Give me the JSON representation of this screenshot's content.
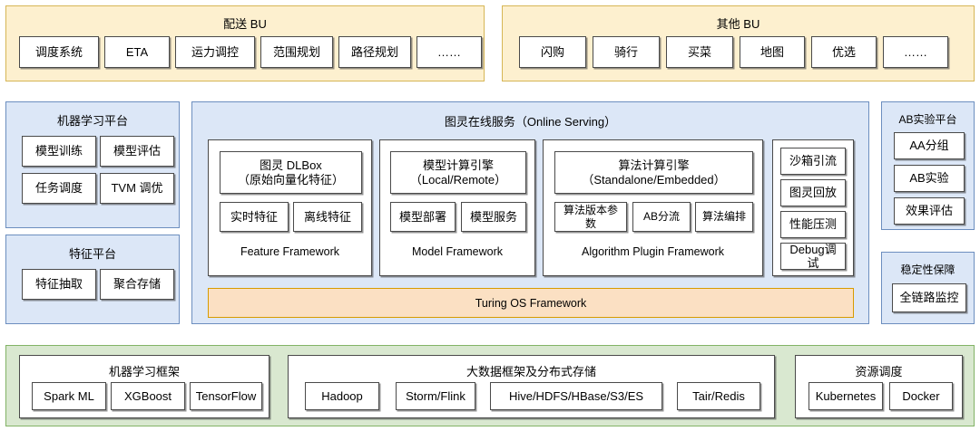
{
  "diagram": {
    "title_colors": {
      "yellow_fill": "#fdf0cf",
      "yellow_border": "#d6b656",
      "blue_fill": "#dce7f7",
      "blue_border": "#6c8ebf",
      "green_fill": "#d9e8d0",
      "green_border": "#82b366",
      "orange_fill": "#fbe0c3",
      "orange_border": "#d79b00",
      "node_border": "#4a4a4a"
    }
  },
  "top_row": {
    "delivery_bu": {
      "title": "配送 BU",
      "items": [
        "调度系统",
        "ETA",
        "运力调控",
        "范围规划",
        "路径规划",
        "……"
      ]
    },
    "other_bu": {
      "title": "其他 BU",
      "items": [
        "闪购",
        "骑行",
        "买菜",
        "地图",
        "优选",
        "……"
      ]
    }
  },
  "middle_row": {
    "ml_platform": {
      "title": "机器学习平台",
      "items": [
        "模型训练",
        "模型评估",
        "任务调度",
        "TVM 调优"
      ]
    },
    "feature_platform": {
      "title": "特征平台",
      "items": [
        "特征抽取",
        "聚合存储"
      ]
    },
    "online_serving": {
      "title": "图灵在线服务（Online Serving）",
      "feature_framework": {
        "header": "图灵 DLBox\n（原始向量化特征）",
        "items": [
          "实时特征",
          "离线特征"
        ],
        "footer": "Feature Framework"
      },
      "model_framework": {
        "header": "模型计算引擎\n（Local/Remote）",
        "items": [
          "模型部署",
          "模型服务"
        ],
        "footer": "Model Framework"
      },
      "algorithm_framework": {
        "header": "算法计算引擎\n（Standalone/Embedded）",
        "items": [
          "算法版本参数",
          "AB分流",
          "算法编排"
        ],
        "footer": "Algorithm Plugin Framework"
      },
      "tools_column": {
        "items": [
          "沙箱引流",
          "图灵回放",
          "性能压测",
          "Debug调试"
        ]
      },
      "os_bar": "Turing OS Framework"
    },
    "ab_platform": {
      "title": "AB实验平台",
      "items": [
        "AA分组",
        "AB实验",
        "效果评估"
      ]
    },
    "stability": {
      "title": "稳定性保障",
      "items": [
        "全链路监控"
      ]
    }
  },
  "bottom_row": {
    "ml_frameworks": {
      "title": "机器学习框架",
      "items": [
        "Spark ML",
        "XGBoost",
        "TensorFlow"
      ]
    },
    "bigdata": {
      "title": "大数据框架及分布式存储",
      "items": [
        "Hadoop",
        "Storm/Flink",
        "Hive/HDFS/HBase/S3/ES",
        "Tair/Redis"
      ]
    },
    "resource_scheduling": {
      "title": "资源调度",
      "items": [
        "Kubernetes",
        "Docker"
      ]
    }
  }
}
